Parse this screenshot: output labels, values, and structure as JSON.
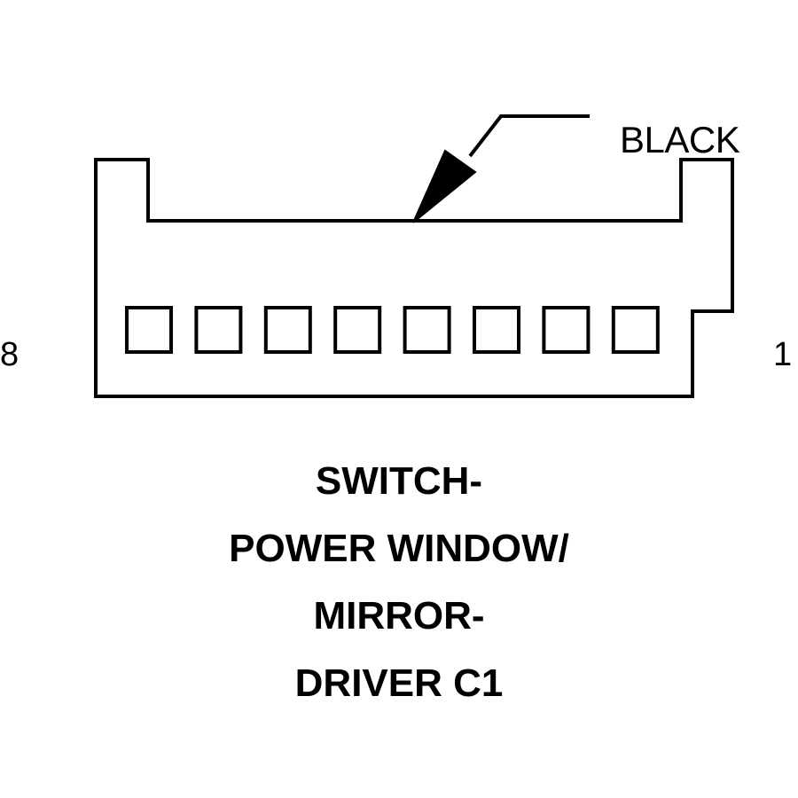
{
  "connector": {
    "color_label": "BLACK",
    "pin_count": 8,
    "pin_label_left": "8",
    "pin_label_right": "1"
  },
  "title": {
    "lines": [
      "SWITCH-",
      "POWER WINDOW/",
      "MIRROR-",
      "DRIVER C1"
    ]
  },
  "colors": {
    "line": "#000000",
    "background": "#ffffff"
  }
}
